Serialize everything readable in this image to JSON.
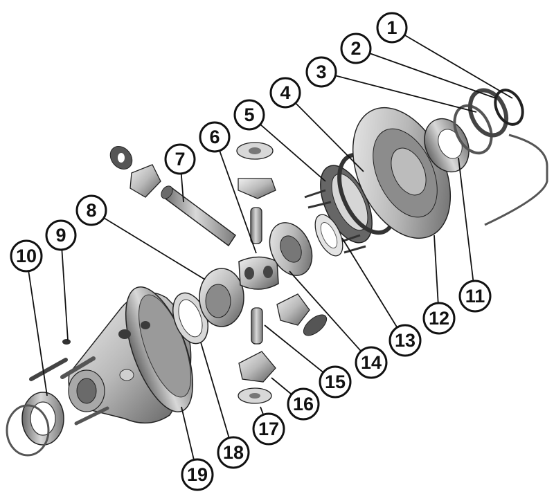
{
  "diagram": {
    "type": "exploded-parts-diagram",
    "colors": {
      "part_fill": "#bdbdbd",
      "part_dark": "#5a5a5a",
      "part_light": "#e6e6e6",
      "outline": "#222222",
      "callout": "#111111"
    }
  },
  "callouts": {
    "c1": "1",
    "c2": "2",
    "c3": "3",
    "c4": "4",
    "c5": "5",
    "c6": "6",
    "c7": "7",
    "c8": "8",
    "c9": "9",
    "c10": "10",
    "c11": "11",
    "c12": "12",
    "c13": "13",
    "c14": "14",
    "c15": "15",
    "c16": "16",
    "c17": "17",
    "c18": "18",
    "c19": "19"
  }
}
